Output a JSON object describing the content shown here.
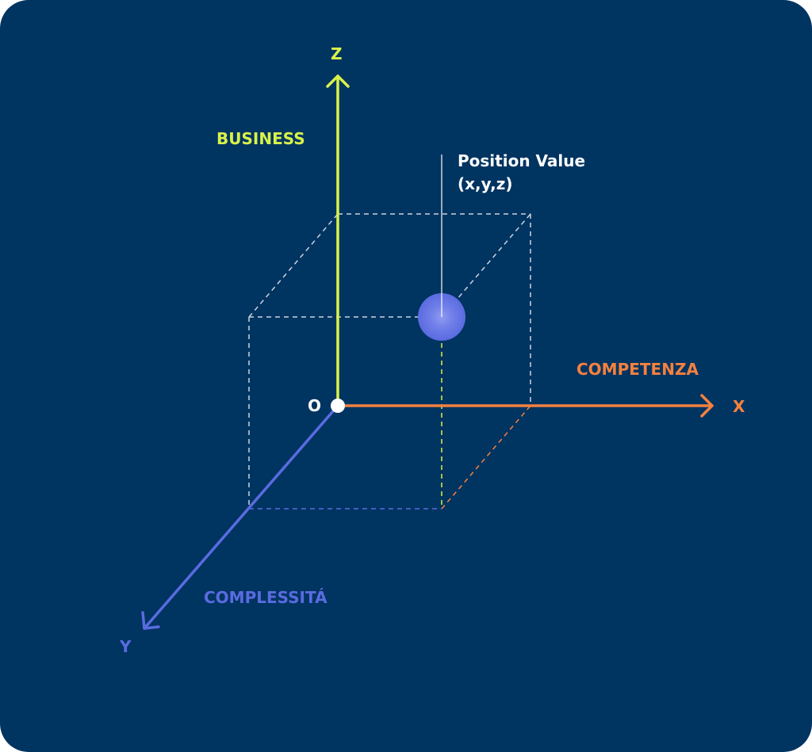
{
  "axes": {
    "z": {
      "letter": "Z",
      "name": "BUSINESS",
      "color": "#d9f24a"
    },
    "x": {
      "letter": "X",
      "name": "COMPETENZA",
      "color": "#f4813f"
    },
    "y": {
      "letter": "Y",
      "name": "COMPLESSITÁ",
      "color": "#5a6be0"
    }
  },
  "origin": {
    "label": "O"
  },
  "point": {
    "title": "Position Value",
    "coords": "(x,y,z)",
    "color": "#5a6be0"
  },
  "colors": {
    "background": "#003461",
    "guide": "#c9d3e0"
  }
}
